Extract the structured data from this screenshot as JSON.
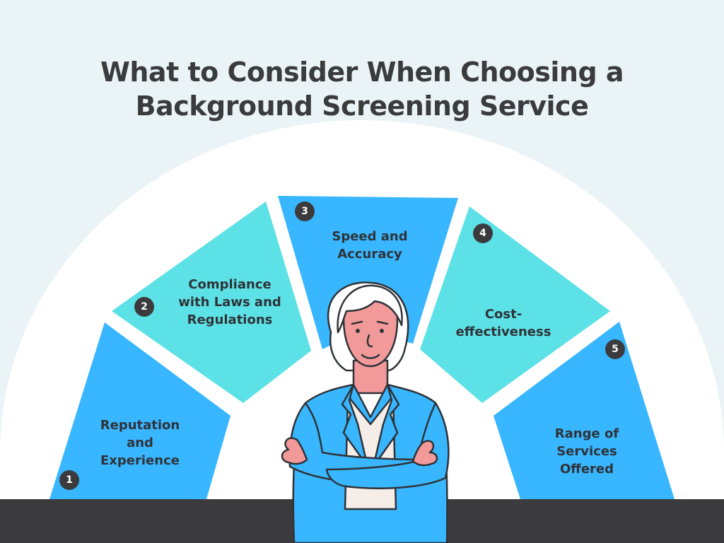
{
  "title": {
    "line1": "What to Consider When Choosing a",
    "line2": "Background Screening Service"
  },
  "segments": [
    {
      "number": "1",
      "label_lines": [
        "Reputation",
        "and",
        "Experience"
      ],
      "color": "#38b6ff"
    },
    {
      "number": "2",
      "label_lines": [
        "Compliance",
        "with Laws and",
        "Regulations"
      ],
      "color": "#5ce1e6"
    },
    {
      "number": "3",
      "label_lines": [
        "Speed and",
        "Accuracy"
      ],
      "color": "#38b6ff"
    },
    {
      "number": "4",
      "label_lines": [
        "Cost-",
        "effectiveness"
      ],
      "color": "#5ce1e6"
    },
    {
      "number": "5",
      "label_lines": [
        "Range of",
        "Services",
        "Offered"
      ],
      "color": "#38b6ff"
    }
  ],
  "colors": {
    "background": "#eaf3f5",
    "arch": "#ffffff",
    "ground": "#3b3b3d",
    "blue": "#38b6ff",
    "teal": "#5ce1e6",
    "skin": "#f29a9a",
    "hair": "#ffffff",
    "jacket": "#38b6ff",
    "shirt": "#f5ede8",
    "outline": "#2f3338"
  },
  "illustration": "woman-with-crossed-arms"
}
